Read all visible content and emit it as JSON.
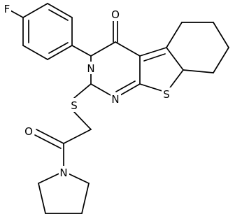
{
  "atom_labels": {
    "fluorine": "F",
    "carbonyl_oxygen_ring": "O",
    "ring_nitrogen_n3": "N",
    "ring_nitrogen_n1": "N",
    "thioether_sulfur": "S",
    "thiophene_sulfur": "S",
    "amide_oxygen": "O",
    "pyrrolidine_nitrogen": "N"
  }
}
